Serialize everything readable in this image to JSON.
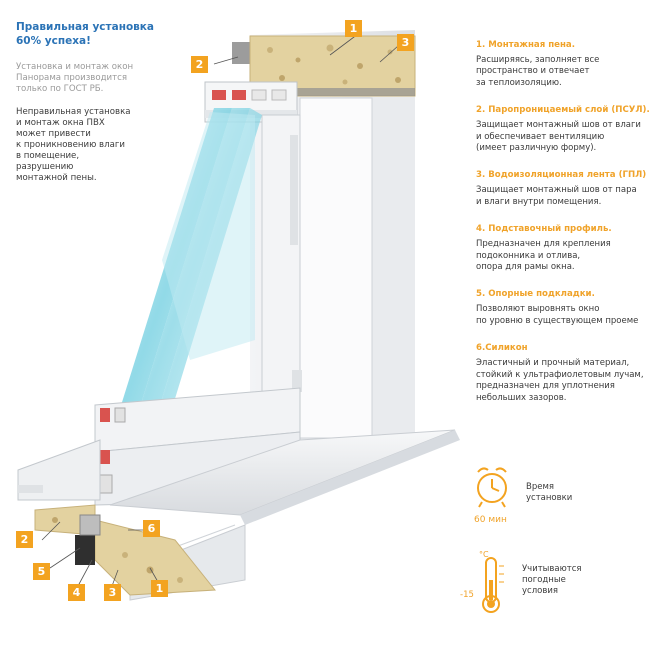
{
  "intro": {
    "title": "Правильная установка\n60% успеха!",
    "gost_text": "Установка и монтаж окон\nПанорама производится\nтолько по ГОСТ РБ.",
    "warning_text": "Неправильная установка\nи монтаж окна ПВХ\nможет привести\nк проникновению влаги\nв помещение,\nразрушению\nмонтажной пены."
  },
  "legend": [
    {
      "title": "1. Монтажная пена.",
      "description": "Расширяясь, заполняет все\nпространство и отвечает\nза теплоизоляцию."
    },
    {
      "title": "2. Паропроницаемый слой (ПСУЛ).",
      "description": "Защищает монтажный шов от влаги\nи обеспечивает вентиляцию\n(имеет различную форму)."
    },
    {
      "title": "3. Водоизоляционная лента (ГПЛ)",
      "description": "Защищает монтажный шов от пара\nи влаги внутри помещения."
    },
    {
      "title": "4. Подставочный профиль.",
      "description": "Предназначен для крепления\nподоконника и отлива,\nопора для рамы окна."
    },
    {
      "title": "5. Опорные подкладки.",
      "description": "Позволяют выровнять окно\nпо уровню в существующем проеме"
    },
    {
      "title": "6.Силикон",
      "description": "Эластичный и прочный материал,\nстойкий к ультрафиолетовым лучам,\nпредназначен для уплотнения\nнебольших зазоров."
    }
  ],
  "install_time": {
    "label": "Время\nустановки",
    "value": "60 мин",
    "icon": "alarm-clock-icon"
  },
  "weather": {
    "label": "Учитываются\nпогодные\nусловия",
    "value": "-15",
    "unit": "°C",
    "icon": "thermometer-icon"
  },
  "badges": {
    "top": [
      "1",
      "2",
      "3"
    ],
    "bottom": [
      "1",
      "2",
      "3",
      "4",
      "5",
      "6"
    ]
  },
  "colors": {
    "accent": "#f3a320",
    "heading_blue": "#2b73b6",
    "foam": "#e3d2a0"
  }
}
